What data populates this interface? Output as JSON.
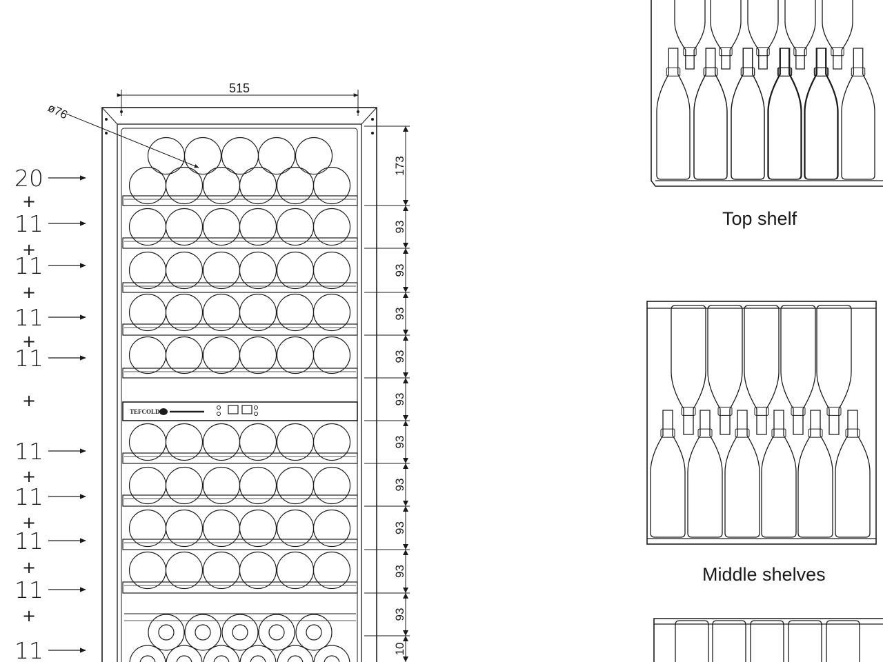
{
  "dimensions": {
    "width": "515",
    "bottle_diameter": "ø76",
    "row_heights": [
      "173",
      "93",
      "93",
      "93",
      "93",
      "93",
      "93",
      "93",
      "93",
      "93",
      "93",
      "10"
    ]
  },
  "capacity": {
    "counts": [
      "20",
      "11",
      "11",
      "11",
      "11",
      "11",
      "11",
      "11",
      "11",
      "11"
    ],
    "plus": "+"
  },
  "control_panel": {
    "brand": "TEFCOLD"
  },
  "captions": {
    "top_shelf": "Top shelf",
    "middle_shelves": "Middle shelves"
  },
  "colors": {
    "line": "#1a1a1a",
    "background": "#ffffff"
  }
}
